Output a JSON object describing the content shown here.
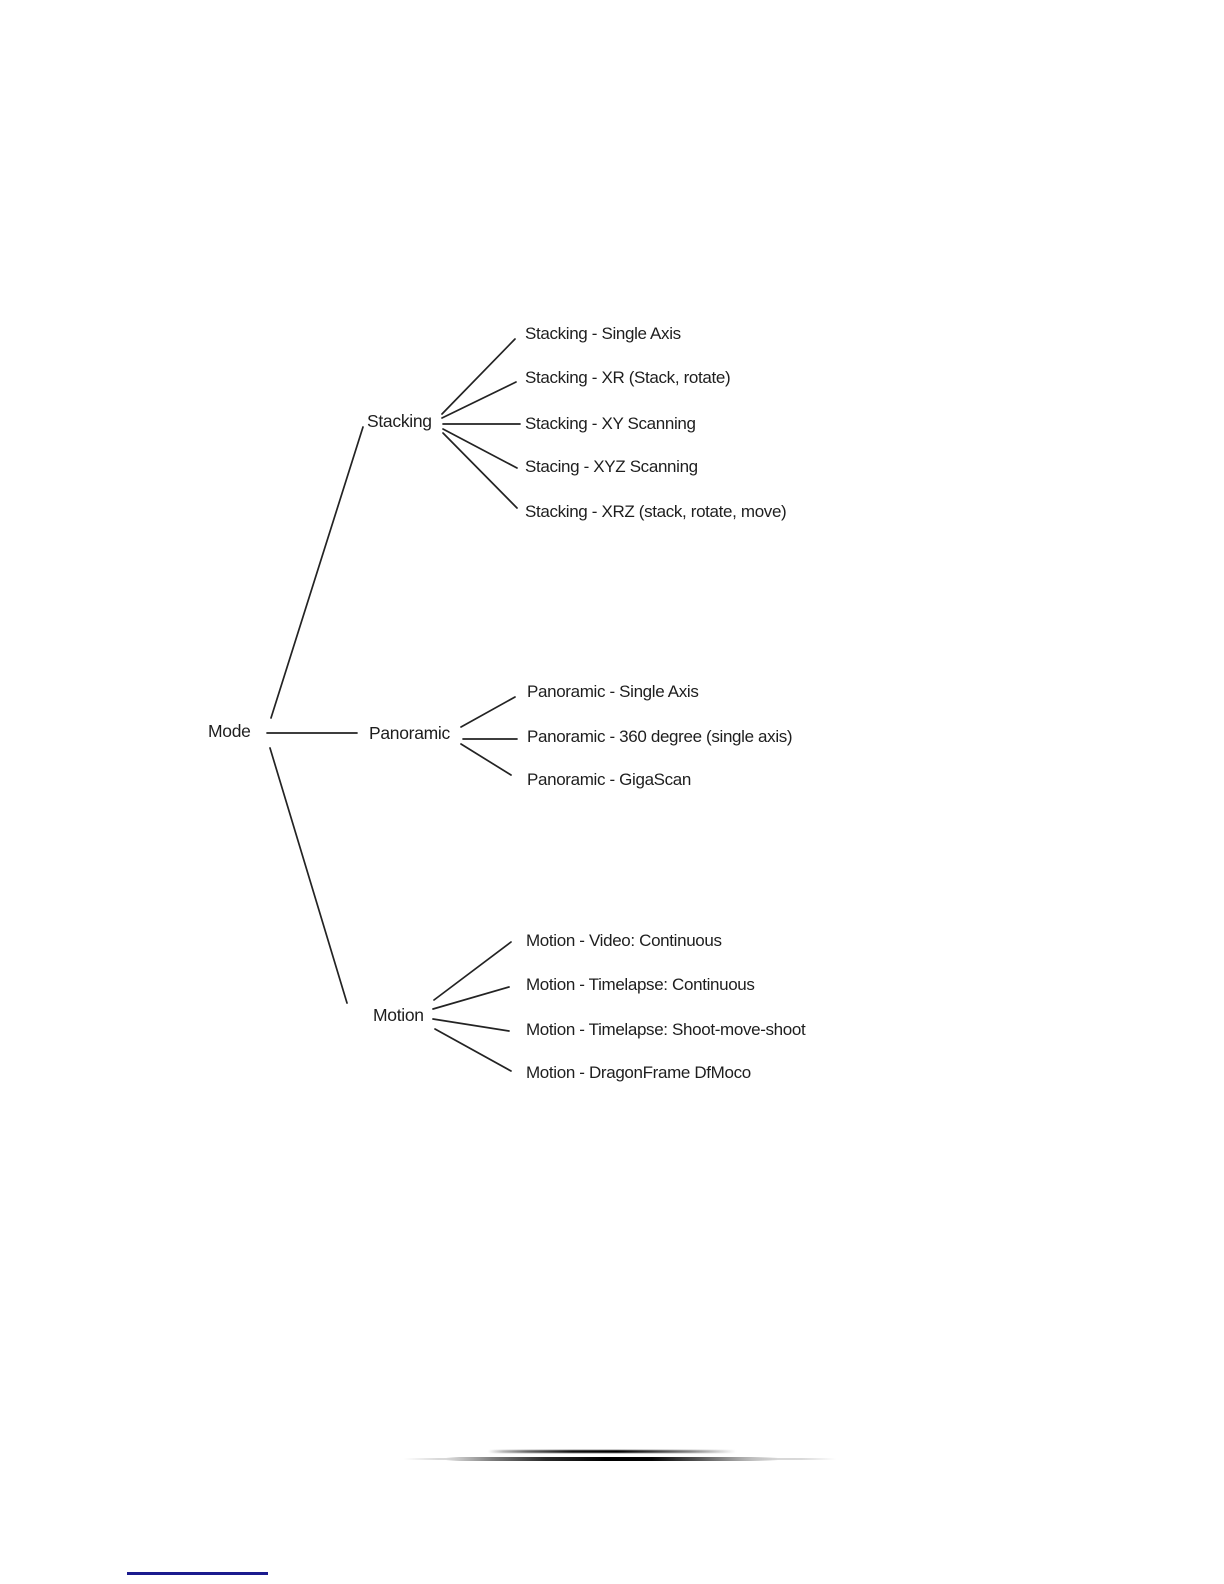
{
  "page": {
    "background_color": "#ffffff",
    "text_color": "#1e1e1e",
    "line_color": "#232323"
  },
  "diagram": {
    "root": {
      "label": "Mode"
    },
    "branches": [
      {
        "label": "Stacking",
        "children": [
          "Stacking - Single Axis",
          "Stacking - XR (Stack, rotate)",
          "Stacking - XY Scanning",
          "Stacing - XYZ Scanning",
          "Stacking - XRZ (stack, rotate, move)"
        ]
      },
      {
        "label": "Panoramic",
        "children": [
          "Panoramic - Single Axis",
          "Panoramic - 360 degree (single axis)",
          "Panoramic - GigaScan"
        ]
      },
      {
        "label": "Motion",
        "children": [
          "Motion - Video: Continuous",
          "Motion - Timelapse: Continuous",
          "Motion - Timelapse: Shoot-move-shoot",
          "Motion - DragonFrame DfMoco"
        ]
      }
    ]
  },
  "artifacts": {
    "scan_smudge_color": "#000000",
    "link_underline_color": "#1b1b8e"
  }
}
